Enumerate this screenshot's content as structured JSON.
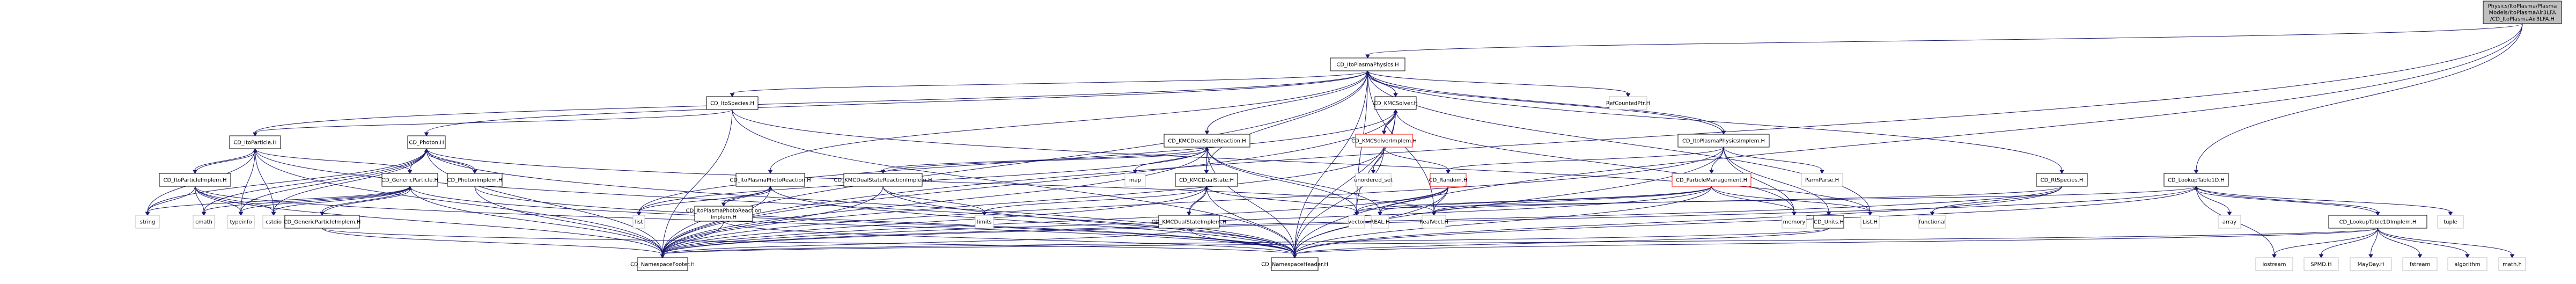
{
  "title": "Include dependency graph for CD_ItoPlasmaAir3LFA.H",
  "legend_colors": {
    "edge": "#191970",
    "root_fill": "#bfbfbf",
    "root_border": "#000000",
    "documented_border": "#000000",
    "truncated_border": "#ff0000",
    "external_border": "#bfbfbf"
  },
  "nodes": [
    {
      "id": "root",
      "label": [
        "Physics/ItoPlasma/Plasma",
        "Models/ItoPlasmaAir3LFA",
        "/CD_ItoPlasmaAir3LFA.H"
      ],
      "kind": "root"
    },
    {
      "id": "itoplasmaphysics",
      "label": [
        "CD_ItoPlasmaPhysics.H"
      ],
      "kind": "doc"
    },
    {
      "id": "itospecies",
      "label": [
        "CD_ItoSpecies.H"
      ],
      "kind": "doc"
    },
    {
      "id": "kmcsolver",
      "label": [
        "CD_KMCSolver.H"
      ],
      "kind": "doc"
    },
    {
      "id": "refcountedptr",
      "label": [
        "RefCountedPtr.H"
      ],
      "kind": "ext"
    },
    {
      "id": "itoparticle",
      "label": [
        "CD_ItoParticle.H"
      ],
      "kind": "doc"
    },
    {
      "id": "photon",
      "label": [
        "CD_Photon.H"
      ],
      "kind": "doc"
    },
    {
      "id": "kmcdualstatereaction",
      "label": [
        "CD_KMCDualStateReaction.H"
      ],
      "kind": "doc"
    },
    {
      "id": "kmcsolverimplem",
      "label": [
        "CD_KMCSolverImplem.H"
      ],
      "kind": "trunc"
    },
    {
      "id": "itoplasmaphysicsimplem",
      "label": [
        "CD_ItoPlasmaPhysicsImplem.H"
      ],
      "kind": "doc"
    },
    {
      "id": "itoparticleimplem",
      "label": [
        "CD_ItoParticleImplem.H"
      ],
      "kind": "doc"
    },
    {
      "id": "genericparticle",
      "label": [
        "CD_GenericParticle.H"
      ],
      "kind": "doc"
    },
    {
      "id": "photonimplem",
      "label": [
        "CD_PhotonImplem.H"
      ],
      "kind": "doc"
    },
    {
      "id": "itoplasmaphotoreaction",
      "label": [
        "CD_ItoPlasmaPhotoReaction.H"
      ],
      "kind": "doc"
    },
    {
      "id": "kmcdualstatereactionimplem",
      "label": [
        "CD_KMCDualStateReactionImplem.H"
      ],
      "kind": "doc"
    },
    {
      "id": "map",
      "label": [
        "map"
      ],
      "kind": "ext"
    },
    {
      "id": "kmcdualstate",
      "label": [
        "CD_KMCDualState.H"
      ],
      "kind": "doc"
    },
    {
      "id": "unordered_set",
      "label": [
        "unordered_set"
      ],
      "kind": "ext"
    },
    {
      "id": "random",
      "label": [
        "CD_Random.H"
      ],
      "kind": "trunc"
    },
    {
      "id": "particlemanagement",
      "label": [
        "CD_ParticleManagement.H"
      ],
      "kind": "trunc"
    },
    {
      "id": "parmparse",
      "label": [
        "ParmParse.H"
      ],
      "kind": "ext"
    },
    {
      "id": "rtspecies",
      "label": [
        "CD_RtSpecies.H"
      ],
      "kind": "doc"
    },
    {
      "id": "lookuptable1d",
      "label": [
        "CD_LookupTable1D.H"
      ],
      "kind": "doc"
    },
    {
      "id": "string",
      "label": [
        "string"
      ],
      "kind": "ext"
    },
    {
      "id": "cmath",
      "label": [
        "cmath"
      ],
      "kind": "ext"
    },
    {
      "id": "typeinfo",
      "label": [
        "typeinfo"
      ],
      "kind": "ext"
    },
    {
      "id": "cstdio",
      "label": [
        "cstdio"
      ],
      "kind": "ext"
    },
    {
      "id": "genericparticleimplem",
      "label": [
        "CD_GenericParticleImplem.H"
      ],
      "kind": "doc"
    },
    {
      "id": "list",
      "label": [
        "list"
      ],
      "kind": "ext"
    },
    {
      "id": "itoplasmaphotoreactionimplem",
      "label": [
        "CD_ItoPlasmaPhotoReaction",
        "Implem.H"
      ],
      "kind": "doc"
    },
    {
      "id": "limits",
      "label": [
        "limits"
      ],
      "kind": "ext"
    },
    {
      "id": "kmcdualstateimplem",
      "label": [
        "CD_KMCDualStateImplem.H"
      ],
      "kind": "doc"
    },
    {
      "id": "vector",
      "label": [
        "vector"
      ],
      "kind": "ext"
    },
    {
      "id": "real",
      "label": [
        "REAL.H"
      ],
      "kind": "ext"
    },
    {
      "id": "realvect",
      "label": [
        "RealVect.H"
      ],
      "kind": "ext"
    },
    {
      "id": "memory",
      "label": [
        "memory"
      ],
      "kind": "ext"
    },
    {
      "id": "units",
      "label": [
        "CD_Units.H"
      ],
      "kind": "doc"
    },
    {
      "id": "listh",
      "label": [
        "List.H"
      ],
      "kind": "ext"
    },
    {
      "id": "functional",
      "label": [
        "functional"
      ],
      "kind": "ext"
    },
    {
      "id": "array",
      "label": [
        "array"
      ],
      "kind": "ext"
    },
    {
      "id": "lookuptable1dimplem",
      "label": [
        "CD_LookupTable1DImplem.H"
      ],
      "kind": "doc"
    },
    {
      "id": "tuple",
      "label": [
        "tuple"
      ],
      "kind": "ext"
    },
    {
      "id": "iostream",
      "label": [
        "iostream"
      ],
      "kind": "ext"
    },
    {
      "id": "spmd",
      "label": [
        "SPMD.H"
      ],
      "kind": "ext"
    },
    {
      "id": "mayday",
      "label": [
        "MayDay.H"
      ],
      "kind": "ext"
    },
    {
      "id": "fstream",
      "label": [
        "fstream"
      ],
      "kind": "ext"
    },
    {
      "id": "algorithm",
      "label": [
        "algorithm"
      ],
      "kind": "ext"
    },
    {
      "id": "mathh",
      "label": [
        "math.h"
      ],
      "kind": "ext"
    },
    {
      "id": "nsfooter",
      "label": [
        "CD_NamespaceFooter.H"
      ],
      "kind": "doc"
    },
    {
      "id": "nsheader",
      "label": [
        "CD_NamespaceHeader.H"
      ],
      "kind": "doc"
    }
  ],
  "edges": [
    [
      "root",
      "itoplasmaphysics"
    ],
    [
      "root",
      "lookuptable1d"
    ],
    [
      "root",
      "nsheader"
    ],
    [
      "root",
      "nsfooter"
    ],
    [
      "itoplasmaphysics",
      "itospecies"
    ],
    [
      "itoplasmaphysics",
      "kmcsolver"
    ],
    [
      "itoplasmaphysics",
      "refcountedptr"
    ],
    [
      "itoplasmaphysics",
      "itoparticle"
    ],
    [
      "itoplasmaphysics",
      "photon"
    ],
    [
      "itoplasmaphysics",
      "kmcdualstatereaction"
    ],
    [
      "itoplasmaphysics",
      "itoplasmaphysicsimplem"
    ],
    [
      "itoplasmaphysics",
      "itoplasmaphotoreaction"
    ],
    [
      "itoplasmaphysics",
      "kmcdualstate"
    ],
    [
      "itoplasmaphysics",
      "rtspecies"
    ],
    [
      "itoplasmaphysics",
      "vector"
    ],
    [
      "itoplasmaphysics",
      "realvect"
    ],
    [
      "itoplasmaphysics",
      "listh"
    ],
    [
      "itoplasmaphysics",
      "nsheader"
    ],
    [
      "itoplasmaphysics",
      "nsfooter"
    ],
    [
      "itospecies",
      "itoparticle"
    ],
    [
      "itospecies",
      "nsheader"
    ],
    [
      "itospecies",
      "nsfooter"
    ],
    [
      "itospecies",
      "listh"
    ],
    [
      "kmcsolver",
      "kmcsolverimplem"
    ],
    [
      "kmcsolver",
      "vector"
    ],
    [
      "kmcsolver",
      "memory"
    ],
    [
      "kmcsolver",
      "nsheader"
    ],
    [
      "kmcsolver",
      "nsfooter"
    ],
    [
      "kmcsolver",
      "list"
    ],
    [
      "kmcsolverimplem",
      "kmcsolver"
    ],
    [
      "kmcsolverimplem",
      "unordered_set"
    ],
    [
      "kmcsolverimplem",
      "random"
    ],
    [
      "kmcsolverimplem",
      "nsheader"
    ],
    [
      "kmcsolverimplem",
      "nsfooter"
    ],
    [
      "itoparticle",
      "itoparticleimplem"
    ],
    [
      "itoparticle",
      "genericparticle"
    ],
    [
      "itoparticle",
      "string"
    ],
    [
      "itoparticle",
      "typeinfo"
    ],
    [
      "itoparticle",
      "cstdio"
    ],
    [
      "itoparticle",
      "nsheader"
    ],
    [
      "itoparticle",
      "nsfooter"
    ],
    [
      "itoparticleimplem",
      "itoparticle"
    ],
    [
      "itoparticleimplem",
      "string"
    ],
    [
      "itoparticleimplem",
      "cmath"
    ],
    [
      "itoparticleimplem",
      "typeinfo"
    ],
    [
      "itoparticleimplem",
      "cstdio"
    ],
    [
      "itoparticleimplem",
      "nsheader"
    ],
    [
      "itoparticleimplem",
      "nsfooter"
    ],
    [
      "photon",
      "photonimplem"
    ],
    [
      "photon",
      "genericparticle"
    ],
    [
      "photon",
      "string"
    ],
    [
      "photon",
      "cmath"
    ],
    [
      "photon",
      "typeinfo"
    ],
    [
      "photon",
      "cstdio"
    ],
    [
      "photon",
      "nsheader"
    ],
    [
      "photon",
      "nsfooter"
    ],
    [
      "photon",
      "realvect"
    ],
    [
      "photonimplem",
      "photon"
    ],
    [
      "photonimplem",
      "nsheader"
    ],
    [
      "photonimplem",
      "nsfooter"
    ],
    [
      "genericparticle",
      "genericparticleimplem"
    ],
    [
      "genericparticle",
      "string"
    ],
    [
      "genericparticle",
      "cmath"
    ],
    [
      "genericparticle",
      "typeinfo"
    ],
    [
      "genericparticle",
      "cstdio"
    ],
    [
      "genericparticle",
      "nsheader"
    ],
    [
      "genericparticle",
      "nsfooter"
    ],
    [
      "genericparticleimplem",
      "genericparticle"
    ],
    [
      "genericparticleimplem",
      "nsheader"
    ],
    [
      "genericparticleimplem",
      "nsfooter"
    ],
    [
      "kmcdualstatereaction",
      "kmcdualstatereactionimplem"
    ],
    [
      "kmcdualstatereaction",
      "map"
    ],
    [
      "kmcdualstatereaction",
      "kmcdualstate"
    ],
    [
      "kmcdualstatereaction",
      "vector"
    ],
    [
      "kmcdualstatereaction",
      "list"
    ],
    [
      "kmcdualstatereaction",
      "real"
    ],
    [
      "kmcdualstatereaction",
      "nsheader"
    ],
    [
      "kmcdualstatereaction",
      "nsfooter"
    ],
    [
      "kmcdualstatereactionimplem",
      "kmcdualstatereaction"
    ],
    [
      "kmcdualstatereactionimplem",
      "limits"
    ],
    [
      "kmcdualstatereactionimplem",
      "nsheader"
    ],
    [
      "kmcdualstatereactionimplem",
      "nsfooter"
    ],
    [
      "kmcdualstate",
      "kmcdualstateimplem"
    ],
    [
      "kmcdualstate",
      "vector"
    ],
    [
      "kmcdualstate",
      "nsheader"
    ],
    [
      "kmcdualstate",
      "nsfooter"
    ],
    [
      "kmcdualstate",
      "limits"
    ],
    [
      "kmcdualstateimplem",
      "kmcdualstate"
    ],
    [
      "kmcdualstateimplem",
      "nsheader"
    ],
    [
      "kmcdualstateimplem",
      "nsfooter"
    ],
    [
      "itoplasmaphotoreaction",
      "itoplasmaphotoreactionimplem"
    ],
    [
      "itoplasmaphotoreaction",
      "list"
    ],
    [
      "itoplasmaphotoreaction",
      "nsheader"
    ],
    [
      "itoplasmaphotoreaction",
      "nsfooter"
    ],
    [
      "itoplasmaphotoreactionimplem",
      "itoplasmaphotoreaction"
    ],
    [
      "itoplasmaphotoreactionimplem",
      "nsheader"
    ],
    [
      "itoplasmaphotoreactionimplem",
      "nsfooter"
    ],
    [
      "itoplasmaphysicsimplem",
      "itoplasmaphysics"
    ],
    [
      "itoplasmaphysicsimplem",
      "particlemanagement"
    ],
    [
      "itoplasmaphysicsimplem",
      "parmparse"
    ],
    [
      "itoplasmaphysicsimplem",
      "random"
    ],
    [
      "itoplasmaphysicsimplem",
      "units"
    ],
    [
      "itoplasmaphysicsimplem",
      "memory"
    ],
    [
      "itoplasmaphysicsimplem",
      "nsheader"
    ],
    [
      "itoplasmaphysicsimplem",
      "nsfooter"
    ],
    [
      "random",
      "vector"
    ],
    [
      "random",
      "real"
    ],
    [
      "random",
      "realvect"
    ],
    [
      "random",
      "nsheader"
    ],
    [
      "random",
      "nsfooter"
    ],
    [
      "particlemanagement",
      "vector"
    ],
    [
      "particlemanagement",
      "real"
    ],
    [
      "particlemanagement",
      "realvect"
    ],
    [
      "particlemanagement",
      "memory"
    ],
    [
      "particlemanagement",
      "listh"
    ],
    [
      "particlemanagement",
      "nsheader"
    ],
    [
      "particlemanagement",
      "nsfooter"
    ],
    [
      "units",
      "nsheader"
    ],
    [
      "units",
      "nsfooter"
    ],
    [
      "rtspecies",
      "functional"
    ],
    [
      "rtspecies",
      "realvect"
    ],
    [
      "rtspecies",
      "nsheader"
    ],
    [
      "rtspecies",
      "nsfooter"
    ],
    [
      "lookuptable1d",
      "lookuptable1dimplem"
    ],
    [
      "lookuptable1d",
      "array"
    ],
    [
      "lookuptable1d",
      "tuple"
    ],
    [
      "lookuptable1d",
      "iostream"
    ],
    [
      "lookuptable1d",
      "vector"
    ],
    [
      "lookuptable1d",
      "nsheader"
    ],
    [
      "lookuptable1d",
      "nsfooter"
    ],
    [
      "lookuptable1dimplem",
      "lookuptable1d"
    ],
    [
      "lookuptable1dimplem",
      "iostream"
    ],
    [
      "lookuptable1dimplem",
      "spmd"
    ],
    [
      "lookuptable1dimplem",
      "mayday"
    ],
    [
      "lookuptable1dimplem",
      "fstream"
    ],
    [
      "lookuptable1dimplem",
      "algorithm"
    ],
    [
      "lookuptable1dimplem",
      "mathh"
    ],
    [
      "lookuptable1dimplem",
      "nsheader"
    ],
    [
      "lookuptable1dimplem",
      "nsfooter"
    ]
  ]
}
